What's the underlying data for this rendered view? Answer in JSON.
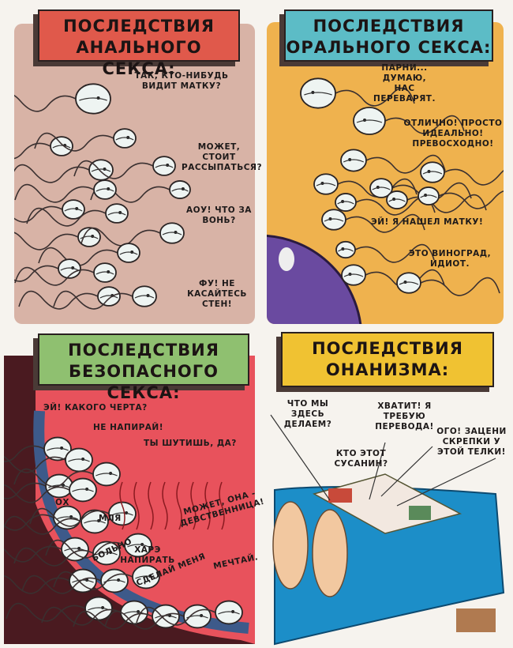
{
  "panels": [
    {
      "title_line1": "ПОСЛЕДСТВИЯ",
      "title_line2": "АНАЛЬНОГО СЕКСА:",
      "captions": [
        "ТАК, КТО-НИБУДЬ ВИДИТ МАТКУ?",
        "МОЖЕТ, СТОИТ РАССЫПАТЬСЯ?",
        "АОУ! ЧТО ЗА ВОНЬ?",
        "ФУ! НЕ КАСАЙТЕСЬ СТЕН!"
      ],
      "colors": {
        "banner": "#e0594b",
        "background": "#d8b3a6"
      }
    },
    {
      "title_line1": "ПОСЛЕДСТВИЯ",
      "title_line2": "ОРАЛЬНОГО СЕКСА:",
      "captions": [
        "ПАРНИ... ДУМАЮ, НАС ПЕРЕВАРЯТ.",
        "ОТЛИЧНО! ПРОСТО ИДЕАЛЬНО! ПРЕВОСХОДНО!",
        "ЭЙ! Я НАШЕЛ МАТКУ!",
        "ЭТО ВИНОГРАД, ИДИОТ."
      ],
      "colors": {
        "banner": "#5cbcc6",
        "background": "#efb24e",
        "grape": "#6a4aa0"
      }
    },
    {
      "title_line1": "ПОСЛЕДСТВИЯ",
      "title_line2": "БЕЗОПАСНОГО СЕКСА:",
      "captions": [
        "ЭЙ! КАКОГО ЧЕРТА?",
        "НЕ НАПИРАЙ!",
        "ТЫ ШУТИШЬ, ДА?",
        "ОХ",
        "МЛЯ",
        "БОЛЬНО",
        "ХАРЭ НАПИРАТЬ",
        "СДЕЛАЙ МЕНЯ",
        "МОЖЕТ, ОНА - ДЕВСТВЕННИЦА!",
        "МЕЧТАЙ."
      ],
      "colors": {
        "banner": "#8fc070",
        "background": "#e8525c",
        "condom": "#3d5a8a"
      }
    },
    {
      "title_line1": "ПОСЛЕДСТВИЯ",
      "title_line2": "ОНАНИЗМА:",
      "captions": [
        "ЧТО МЫ ЗДЕСЬ ДЕЛАЕМ?",
        "КТО ЭТОТ СУСАНИН?",
        "ХВАТИТ! Я ТРЕБУЮ ПЕРЕВОДА!",
        "ОГО! ЗАЦЕНИ СКРЕПКИ У ЭТОЙ ТЕЛКИ!"
      ],
      "colors": {
        "banner": "#f0c232",
        "bed": "#1c8ec8"
      }
    }
  ]
}
